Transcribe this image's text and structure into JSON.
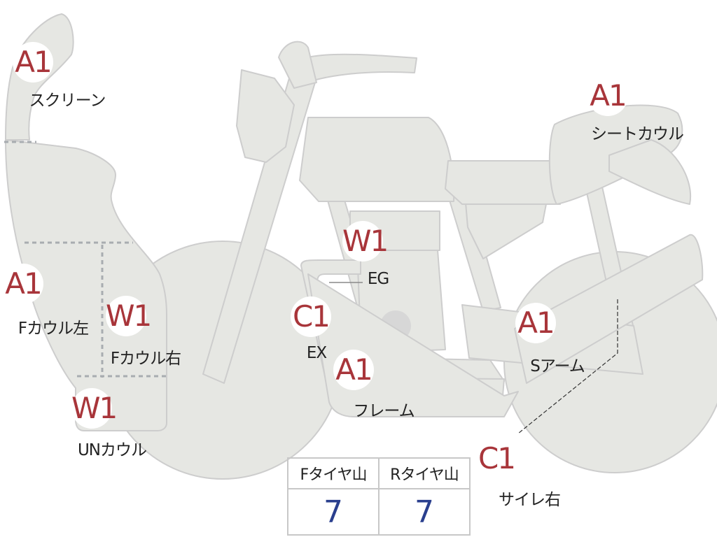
{
  "colors": {
    "bike_fill": "#e6e7e3",
    "bike_stroke": "#cdcdcd",
    "code": "#a8353a",
    "label": "#222222",
    "tread_value": "#2a3f8e"
  },
  "parts": [
    {
      "id": "screen",
      "code": "A1",
      "label": "スクリーン"
    },
    {
      "id": "seat-cowl",
      "code": "A1",
      "label": "シートカウル"
    },
    {
      "id": "f-cowl-left",
      "code": "A1",
      "label": "Fカウル左"
    },
    {
      "id": "f-cowl-right",
      "code": "W1",
      "label": "Fカウル右"
    },
    {
      "id": "engine",
      "code": "W1",
      "label": "EG"
    },
    {
      "id": "exhaust",
      "code": "C1",
      "label": "EX"
    },
    {
      "id": "frame",
      "code": "A1",
      "label": "フレーム"
    },
    {
      "id": "swing-arm",
      "code": "A1",
      "label": "Sアーム"
    },
    {
      "id": "under-cowl",
      "code": "W1",
      "label": "UNカウル"
    },
    {
      "id": "silencer-right",
      "code": "C1",
      "label": "サイレ右"
    }
  ],
  "tread": {
    "front_label": "Fタイヤ山",
    "rear_label": "Rタイヤ山",
    "front_value": "7",
    "rear_value": "7"
  }
}
